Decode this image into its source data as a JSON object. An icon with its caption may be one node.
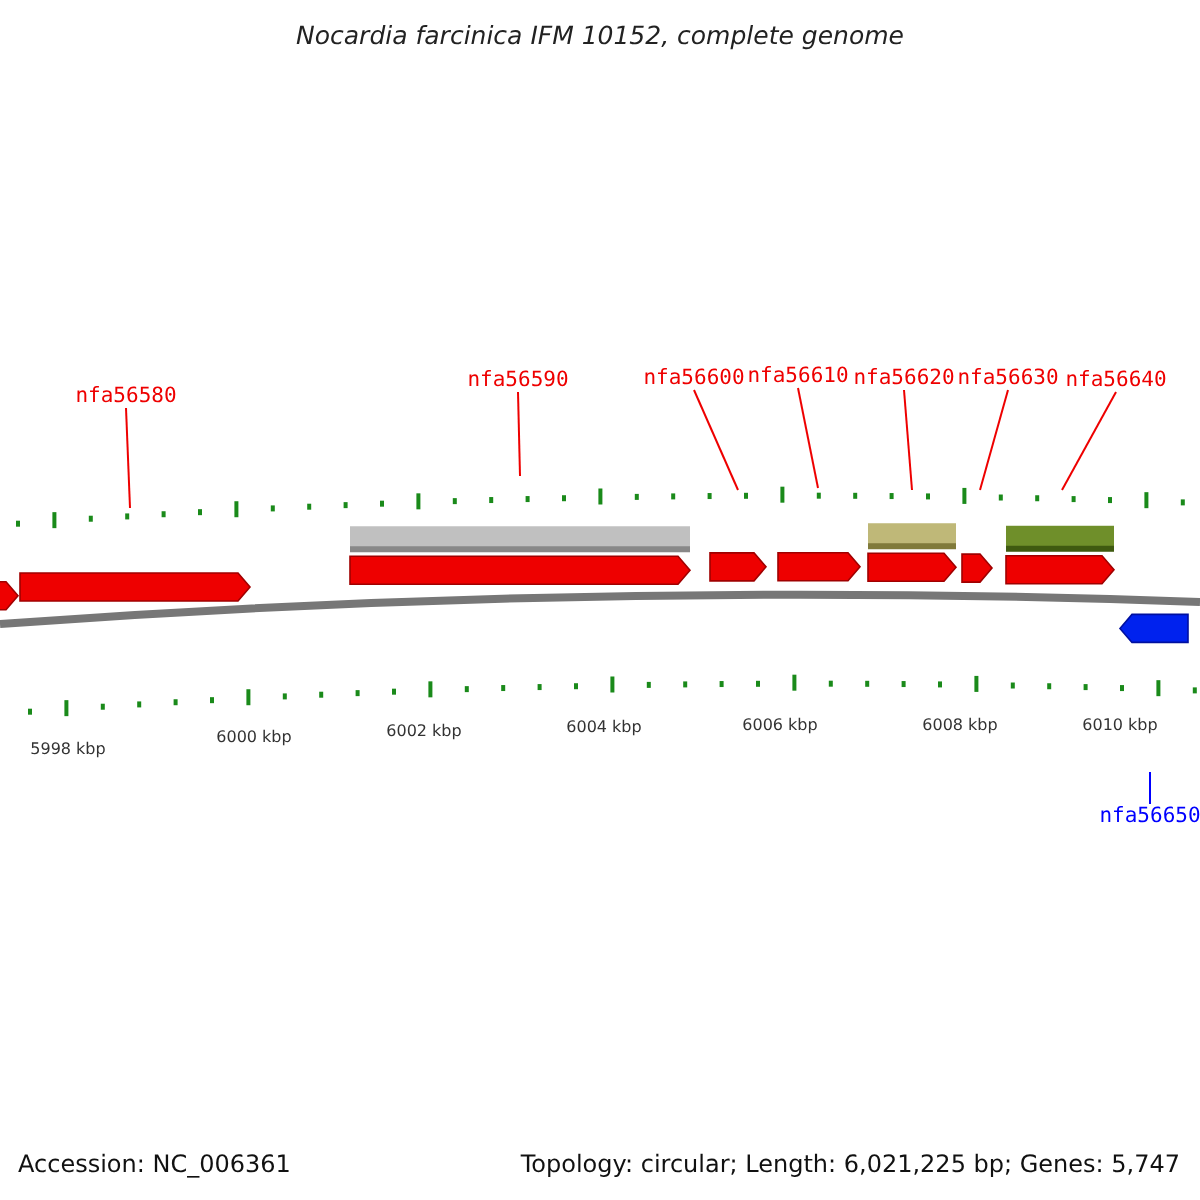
{
  "diagram": {
    "title": "Nocardia farcinica IFM 10152, complete genome",
    "nodes": [
      {
        "text": [
          "nfa56580"
        ]
      },
      {
        "text": [
          "nfa56590"
        ]
      },
      {
        "text": [
          "nfa56600"
        ]
      },
      {
        "text": [
          "nfa56610"
        ]
      },
      {
        "text": [
          "nfa56620"
        ]
      },
      {
        "text": [
          "nfa56630"
        ]
      },
      {
        "text": [
          "nfa56640"
        ]
      },
      {
        "text": [
          "nfa56650"
        ]
      }
    ],
    "edges": [
      {
        "from": 0,
        "to": null,
        "arrow": "none"
      },
      {
        "from": 1,
        "to": null,
        "arrow": "none"
      },
      {
        "from": 2,
        "to": null,
        "arrow": "none"
      },
      {
        "from": 3,
        "to": null,
        "arrow": "none"
      },
      {
        "from": 4,
        "to": null,
        "arrow": "none"
      },
      {
        "from": 5,
        "to": null,
        "arrow": "none"
      },
      {
        "from": 6,
        "to": null,
        "arrow": "none"
      },
      {
        "from": 7,
        "to": null,
        "arrow": "none",
        "color": "#0000ff"
      }
    ],
    "labels": [
      "5998 kbp",
      "6000 kbp",
      "6002 kbp",
      "6004 kbp",
      "6006 kbp",
      "6008 kbp",
      "6010 kbp",
      "Accession: NC_006361",
      "Topology: circular; Length: 6,021,225 bp; Genes: 5,747"
    ]
  }
}
